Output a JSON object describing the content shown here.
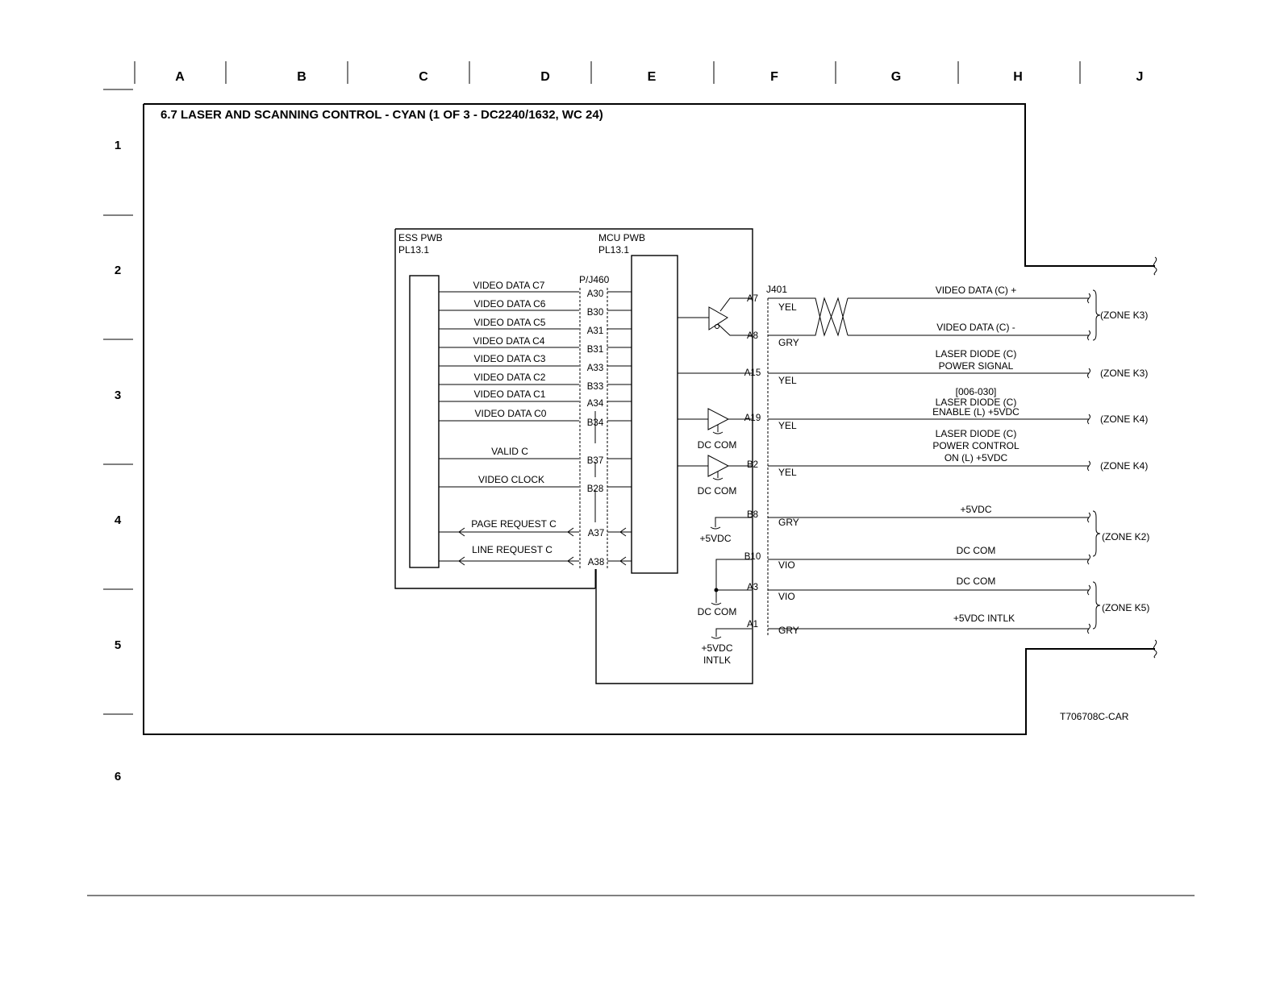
{
  "grid": {
    "columns": [
      "A",
      "B",
      "C",
      "D",
      "E",
      "F",
      "G",
      "H",
      "J"
    ],
    "rows": [
      "1",
      "2",
      "3",
      "4",
      "5",
      "6"
    ]
  },
  "title": "6.7 LASER AND SCANNING CONTROL - CYAN (1 OF 3 - DC2240/1632, WC 24)",
  "figure_id": "T706708C-CAR",
  "ess_pwb": {
    "name": "ESS PWB",
    "pl": "PL13.1"
  },
  "mcu_pwb": {
    "name": "MCU PWB",
    "pl": "PL13.1"
  },
  "connector_left": "P/J460",
  "connector_right": "J401",
  "left_signals": [
    {
      "label": "VIDEO DATA C7",
      "pin": "A30"
    },
    {
      "label": "VIDEO DATA C6",
      "pin": "B30"
    },
    {
      "label": "VIDEO DATA C5",
      "pin": "A31"
    },
    {
      "label": "VIDEO DATA C4",
      "pin": "B31"
    },
    {
      "label": "VIDEO DATA C3",
      "pin": "A33"
    },
    {
      "label": "VIDEO DATA C2",
      "pin": "B33"
    },
    {
      "label": "VIDEO DATA C1",
      "pin": "A34"
    },
    {
      "label": "VIDEO DATA C0",
      "pin": "B34"
    },
    {
      "label": "VALID C",
      "pin": "B37"
    },
    {
      "label": "VIDEO CLOCK",
      "pin": "B28"
    },
    {
      "label": "PAGE REQUEST C",
      "pin": "A37"
    },
    {
      "label": "LINE REQUEST C",
      "pin": "A38"
    }
  ],
  "right_pins": [
    {
      "pin": "A7",
      "color": "YEL"
    },
    {
      "pin": "A8",
      "color": "GRY"
    },
    {
      "pin": "A15",
      "color": "YEL"
    },
    {
      "pin": "A19",
      "color": "YEL"
    },
    {
      "pin": "B2",
      "color": "YEL"
    },
    {
      "pin": "B8",
      "color": "GRY"
    },
    {
      "pin": "B10",
      "color": "VIO"
    },
    {
      "pin": "A3",
      "color": "VIO"
    },
    {
      "pin": "A1",
      "color": "GRY"
    }
  ],
  "right_signals": {
    "video_plus": "VIDEO DATA (C) +",
    "video_minus": "VIDEO DATA (C) -",
    "power_signal": [
      "LASER DIODE (C)",
      "POWER SIGNAL"
    ],
    "enable": [
      "[006-030]",
      "LASER DIODE (C)",
      "ENABLE (L) +5VDC"
    ],
    "power_control": [
      "LASER DIODE (C)",
      "POWER CONTROL",
      "ON (L) +5VDC"
    ],
    "plus5": "+5VDC",
    "dccom1": "DC COM",
    "dccom2": "DC COM",
    "intlk": "+5VDC INTLK"
  },
  "zones": [
    "(ZONE K3)",
    "(ZONE K3)",
    "(ZONE K4)",
    "(ZONE K4)",
    "(ZONE K2)",
    "(ZONE K5)"
  ],
  "ground_labels": {
    "dccom_a": "DC COM",
    "dccom_b": "DC COM",
    "plus5": "+5VDC",
    "dccom_c": "DC COM",
    "intlk_1": "+5VDC",
    "intlk_2": "INTLK"
  }
}
